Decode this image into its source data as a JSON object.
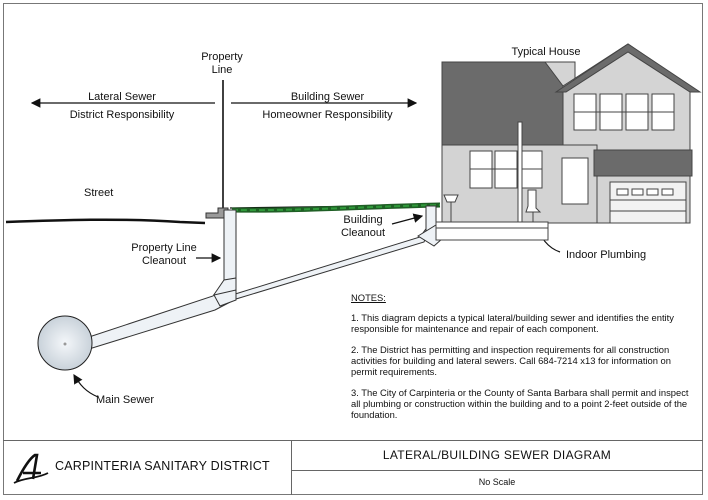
{
  "labels": {
    "property_line": "Property\nLine",
    "lateral_sewer": "Lateral Sewer",
    "district_responsibility": "District Responsibility",
    "building_sewer": "Building Sewer",
    "homeowner_responsibility": "Homeowner Responsibility",
    "typical_house": "Typical House",
    "street": "Street",
    "building_cleanout": "Building\nCleanout",
    "property_line_cleanout": "Property Line\nCleanout",
    "indoor_plumbing": "Indoor Plumbing",
    "main_sewer": "Main Sewer"
  },
  "notes": {
    "heading": "NOTES:",
    "items": [
      "1.  This diagram depicts a typical lateral/building sewer and identifies the entity responsible for maintenance and repair of each component.",
      "2.  The District has permitting and inspection requirements for all construction activities for building and lateral sewers.  Call 684-7214 x13 for information on permit requirements.",
      "3.  The City of Carpinteria or the County of Santa Barbara shall permit and inspect all plumbing or construction within the building and to a point 2-feet outside of the foundation."
    ]
  },
  "title_block": {
    "district": "CARPINTERIA SANITARY DISTRICT",
    "title": "LATERAL/BUILDING SEWER DIAGRAM",
    "scale": "No Scale"
  },
  "colors": {
    "building_sewer_pipe": "#1f7a2a",
    "roof": "#6b6b6b",
    "wall": "#d0d0d0",
    "pipe_fill": "#e8eef3"
  }
}
